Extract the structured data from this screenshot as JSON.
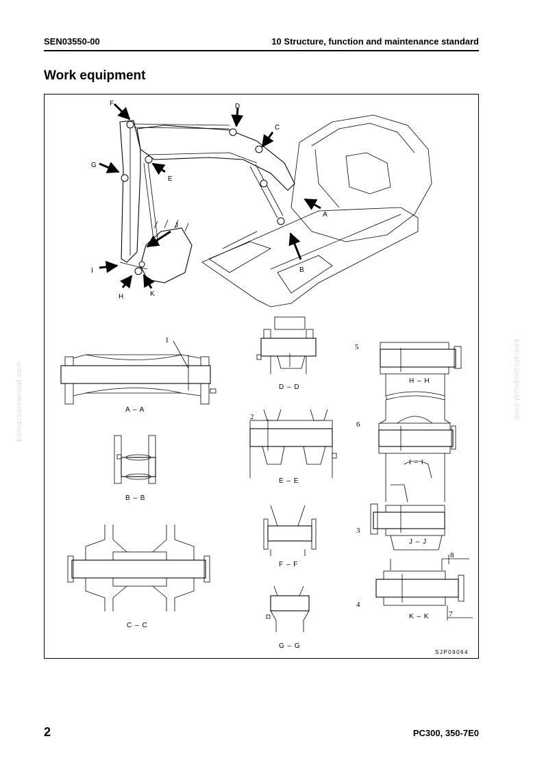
{
  "header": {
    "doc_code": "SEN03550-00",
    "section": "10 Structure, function and maintenance standard"
  },
  "page_title": "Work equipment",
  "figure": {
    "callouts": [
      "A",
      "B",
      "C",
      "D",
      "E",
      "F",
      "G",
      "H",
      "I",
      "J",
      "K"
    ],
    "sections": {
      "aa": "A – A",
      "bb": "B – B",
      "cc": "C – C",
      "dd": "D – D",
      "ee": "E – E",
      "ff": "F – F",
      "gg": "G – G",
      "hh": "H – H",
      "ii": "I – I",
      "jj": "J – J",
      "kk": "K – K"
    },
    "part_numbers": [
      "1",
      "2",
      "3",
      "4",
      "5",
      "6",
      "7",
      "8"
    ],
    "figure_code": "SJP09064"
  },
  "watermark": "komatsumanual.com",
  "footer": {
    "page_number": "2",
    "model": "PC300, 350-7E0"
  }
}
